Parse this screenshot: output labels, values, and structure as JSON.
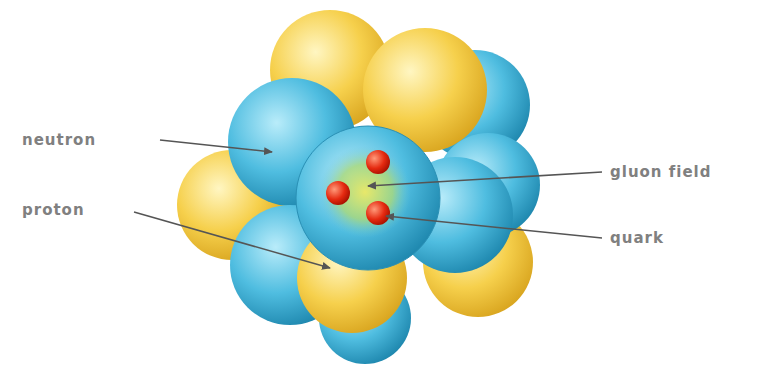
{
  "diagram": {
    "labels": [
      "neutron",
      "proton",
      "gluon field",
      "quark"
    ]
  }
}
